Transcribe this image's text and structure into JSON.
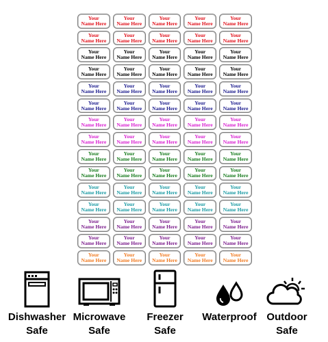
{
  "sheet": {
    "columns": 5,
    "line1": "Your",
    "line2": "Name Here",
    "row_colors": [
      "#e0101a",
      "#e0101a",
      "#000000",
      "#000000",
      "#1a1a8c",
      "#1a1a8c",
      "#d81fd0",
      "#d81fd0",
      "#167a1c",
      "#167a1c",
      "#1a9aa3",
      "#1a9aa3",
      "#7b1c8c",
      "#7b1c8c",
      "#f07a21"
    ]
  },
  "features": [
    {
      "icon": "dishwasher-icon",
      "line1": "Dishwasher",
      "line2": "Safe"
    },
    {
      "icon": "microwave-icon",
      "line1": "Microwave",
      "line2": "Safe"
    },
    {
      "icon": "freezer-icon",
      "line1": "Freezer",
      "line2": "Safe"
    },
    {
      "icon": "water-drops-icon",
      "line1": "Waterproof",
      "line2": ""
    },
    {
      "icon": "sun-cloud-icon",
      "line1": "Outdoor",
      "line2": "Safe"
    }
  ]
}
